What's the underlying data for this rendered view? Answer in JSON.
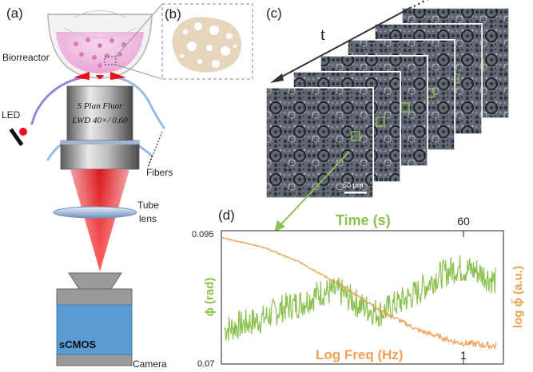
{
  "panels": {
    "a": "(a)",
    "b": "(b)",
    "c": "(c)",
    "d": "(d)"
  },
  "setup": {
    "bioreactor": "Biorreactor",
    "led": "LED",
    "fibers": "Fibers",
    "tube_lens_line1": "Tube",
    "tube_lens_line2": "lens",
    "objective_line1": "S Plan Fluor",
    "objective_line2": "LWD 40×/ 0.60",
    "camera_sensor": "sCMOS",
    "camera": "Camera"
  },
  "timelapse": {
    "time_label": "t",
    "scale_bar": "50 µm"
  },
  "plot": {
    "top_axis_label": "Time (s)",
    "bottom_axis_label": "Log Freq (Hz)",
    "left_axis_label": "ϕ (rad)",
    "right_axis_label": "log ϕ̃ (a.u.)",
    "left_tick_top": "0.095",
    "left_tick_bottom": "0.07",
    "top_tick": "60",
    "bottom_tick": "1"
  },
  "colors": {
    "green": "#8cc152",
    "orange": "#f0a050",
    "red": "#e8101a",
    "camera_blue": "#5b9bd5",
    "fiber_blue": "#9bbbe8"
  },
  "chart_data": {
    "type": "line",
    "series": [
      {
        "axis": "left/top",
        "color": "#8cc152",
        "x": [
          0,
          5,
          10,
          15,
          20,
          25,
          30,
          35,
          40,
          45,
          50,
          55,
          60,
          65,
          70
        ],
        "values": [
          0.0765,
          0.0775,
          0.0785,
          0.0805,
          0.0815,
          0.0835,
          0.0835,
          0.081,
          0.0795,
          0.0815,
          0.0835,
          0.0865,
          0.088,
          0.0875,
          0.0855
        ]
      },
      {
        "axis": "right/bottom",
        "color": "#f0a050",
        "x_log": [
          -1.8,
          -1.5,
          -1.2,
          -0.9,
          -0.6,
          -0.3,
          0.0,
          0.3
        ],
        "values": [
          1.0,
          0.93,
          0.8,
          0.62,
          0.42,
          0.25,
          0.15,
          0.12
        ]
      }
    ],
    "ylim_left": [
      0.07,
      0.095
    ]
  }
}
